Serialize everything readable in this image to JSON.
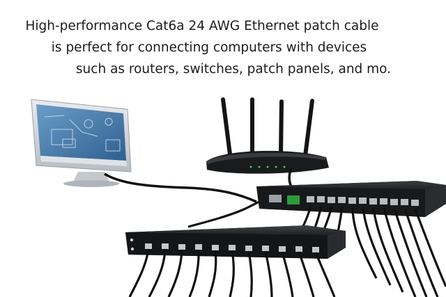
{
  "caption": {
    "line1": "High-performance Cat6a 24 AWG Ethernet patch cable",
    "line2": "is perfect for connecting computers with devices",
    "line3": "such as routers, switches, patch panels, and mo."
  },
  "colors": {
    "background": "#ffffff",
    "text": "#1c1c1c",
    "cable": "#111111",
    "device_body": "#1b1c1e",
    "status_led": "#33e24a",
    "monitor_screen": "#4f86b6"
  },
  "scene": {
    "monitor_screen_icons": [
      "window-icon",
      "settings-icon",
      "network-icon",
      "photo-icon"
    ],
    "router_antennas": 4
  }
}
